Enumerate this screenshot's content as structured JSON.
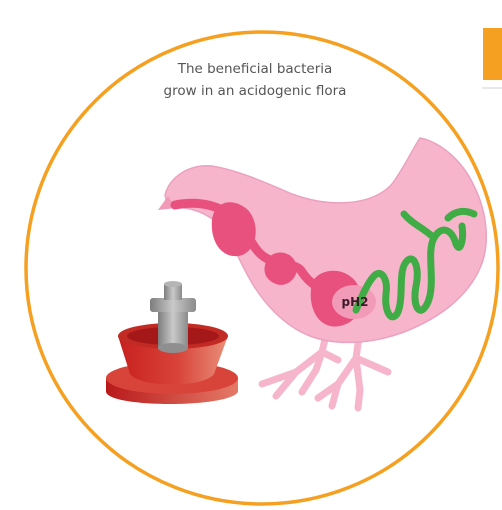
{
  "caption": {
    "line1": "The beneficial bacteria",
    "line2": "grow in an acidogenic flora"
  },
  "stomach_label": "pH2",
  "colors": {
    "circle_border": "#f5a020",
    "chicken_body": "#f7b5cc",
    "chicken_outline": "#e7a0bd",
    "digestive_tract": "#e8507e",
    "stomach_pouch": "#f29bb8",
    "intestine": "#3fac45",
    "feeder_red": "#d9302a",
    "feeder_metal": "#a8a8a8",
    "corner_tab": "#f5a020"
  },
  "icons": [
    "chicken-illustration",
    "feeder-illustration",
    "intestine-illustration"
  ]
}
